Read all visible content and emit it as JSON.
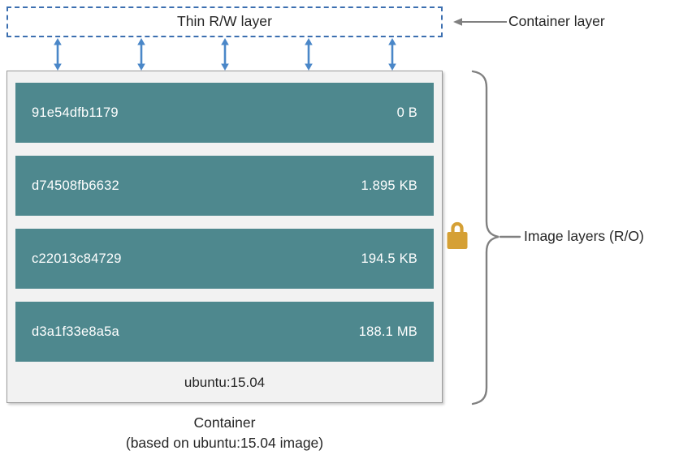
{
  "diagram": {
    "rw_layer": {
      "label": "Thin R/W layer",
      "callout": "Container layer",
      "border_color": "#3C6FB0"
    },
    "connector_arrows": {
      "name": "double-headed-arrow",
      "count": 5,
      "color": "#4A87C8",
      "x_positions": [
        71,
        174,
        277,
        380,
        483
      ]
    },
    "container": {
      "image_name": "ubuntu:15.04",
      "fill_color": "#F2F2F2",
      "border_color": "#9A9A9A",
      "layer_color": "#4E888E",
      "layers": [
        {
          "id": "91e54dfb1179",
          "size": "0 B"
        },
        {
          "id": "d74508fb6632",
          "size": "1.895 KB"
        },
        {
          "id": "c22013c84729",
          "size": "194.5 KB"
        },
        {
          "id": "d3a1f33e8a5a",
          "size": "188.1 MB"
        }
      ]
    },
    "lock": {
      "name": "lock-icon",
      "color": "#D5A035",
      "meaning": "read-only"
    },
    "image_layers_callout": "Image layers (R/O)",
    "caption": {
      "line1": "Container",
      "line2": "(based on ubuntu:15.04 image)"
    }
  }
}
